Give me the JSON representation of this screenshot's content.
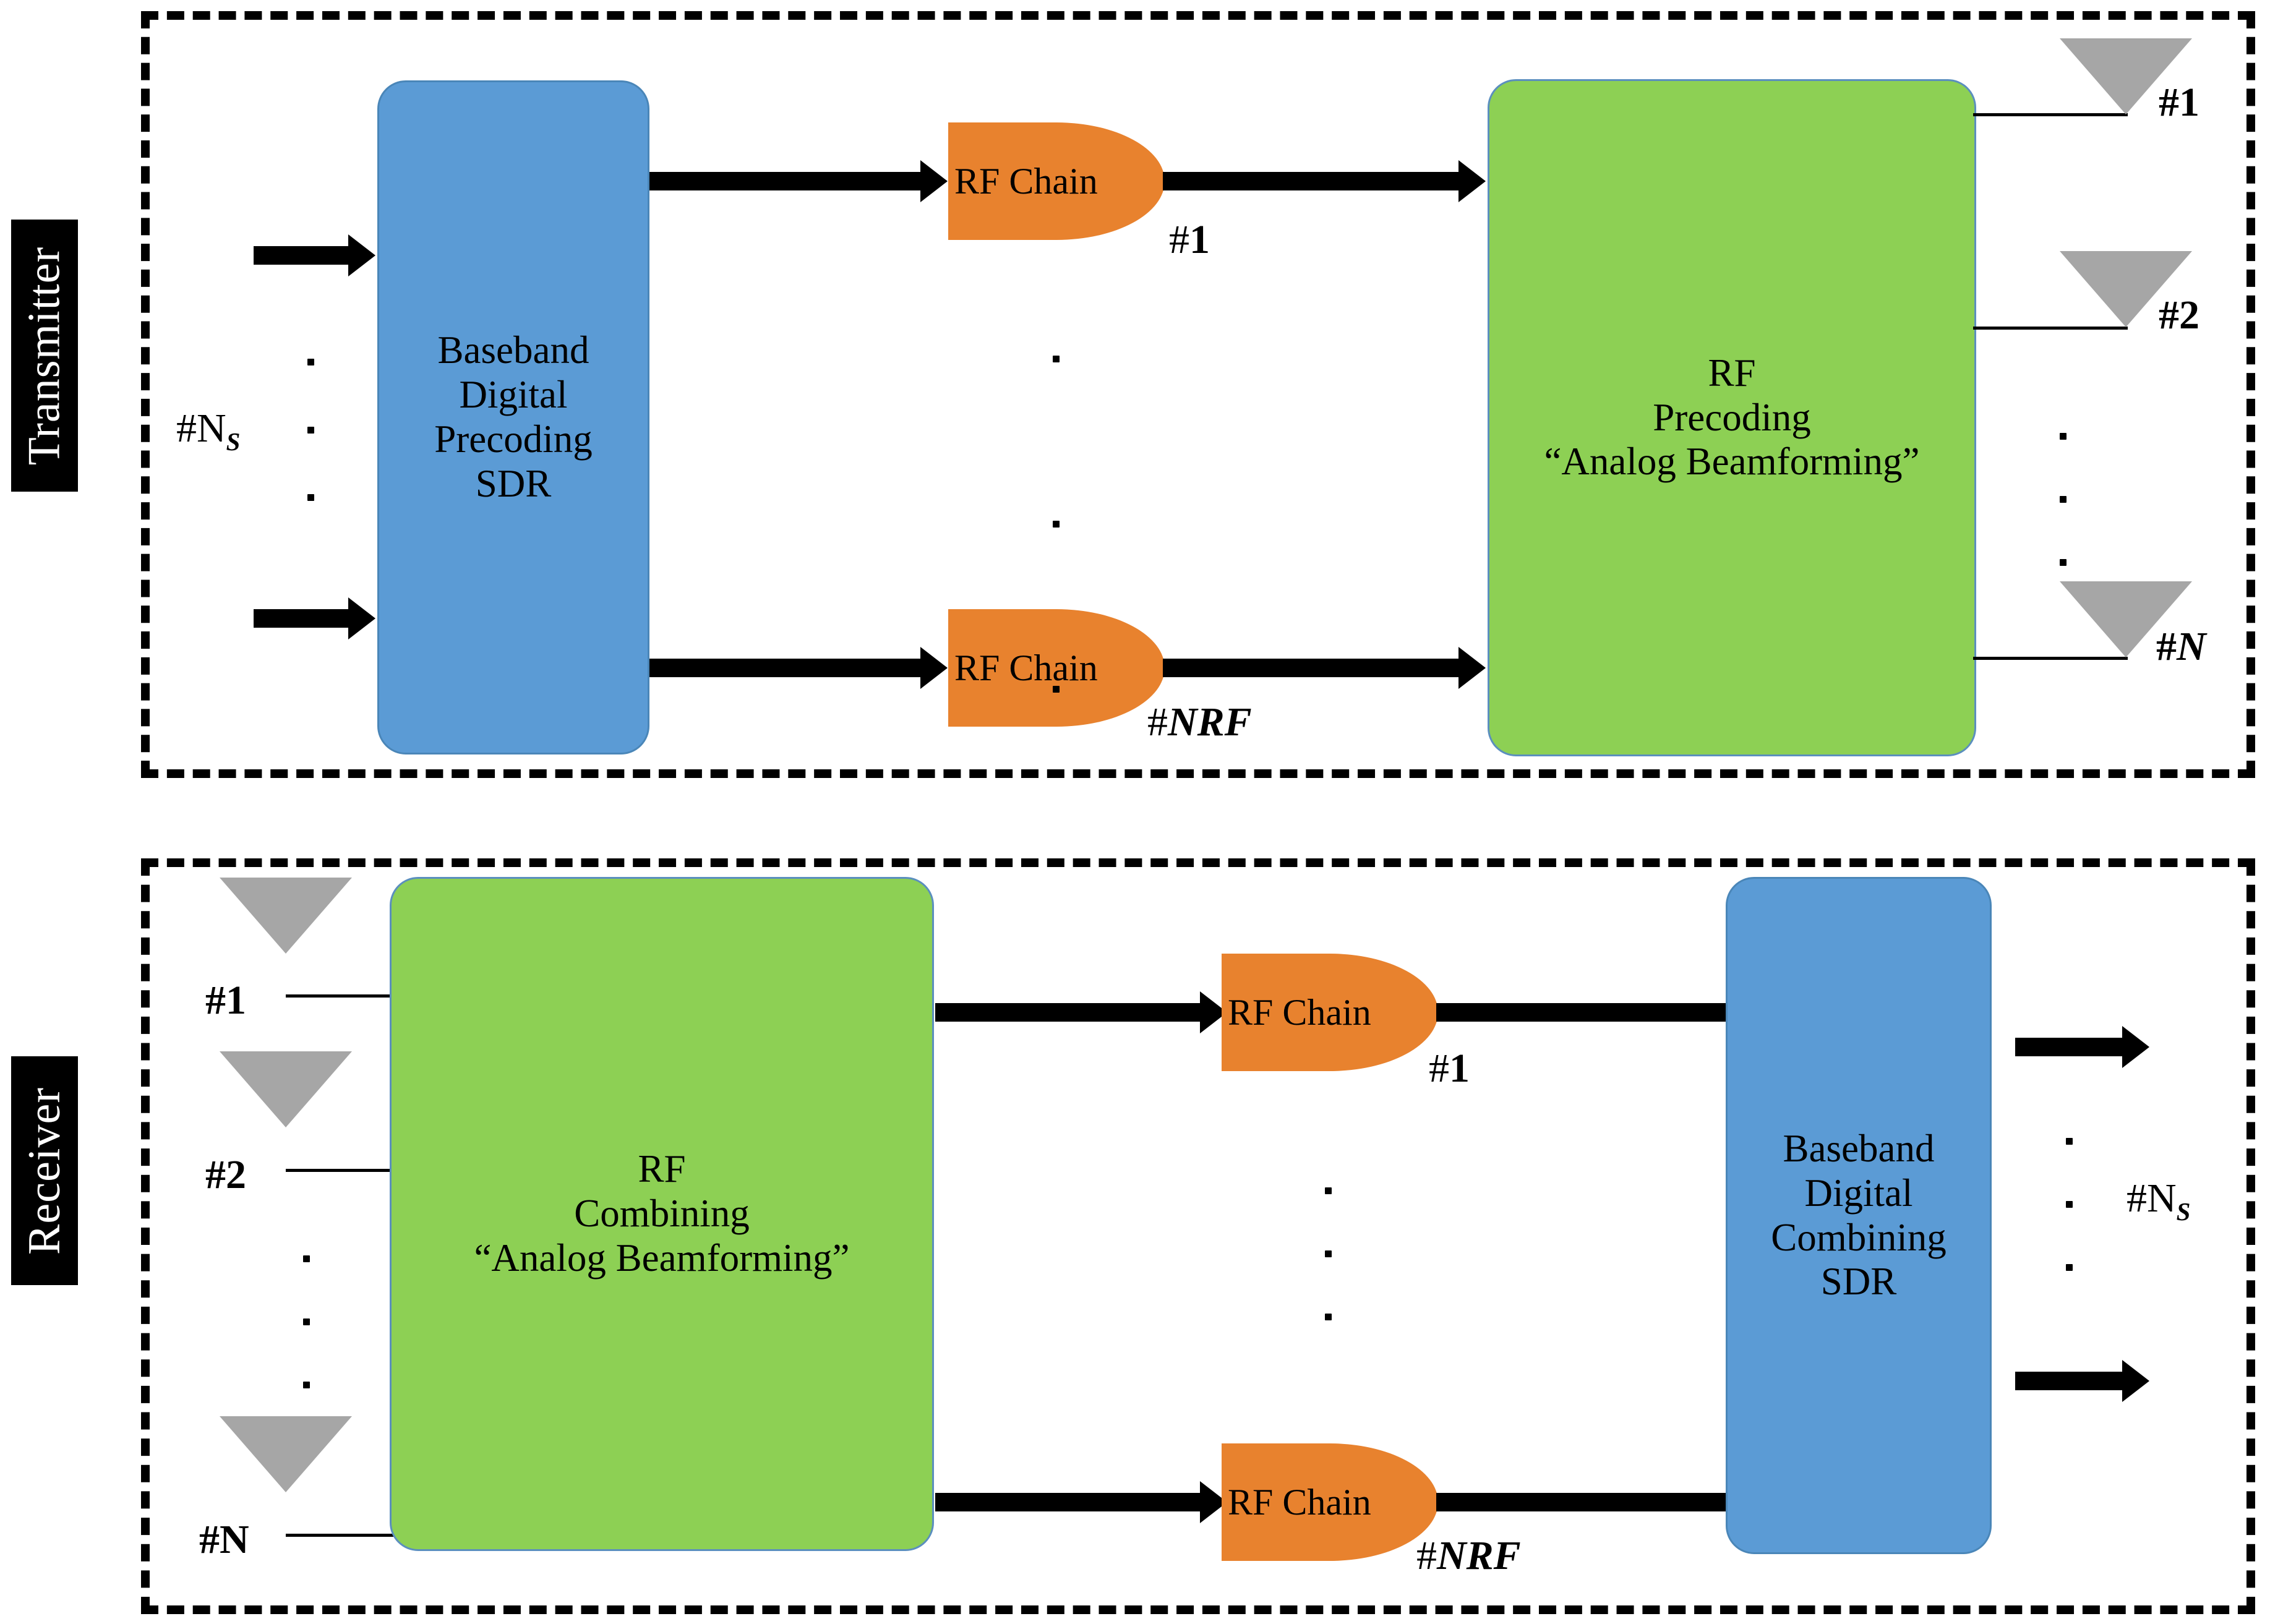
{
  "figure": {
    "title": "Hybrid beamforming transmitter and receiver block diagram",
    "colors": {
      "blue_block": "#5B9BD5",
      "green_block": "#8DD054",
      "orange_rfchain": "#E8822E",
      "antenna_gray": "#A6A6A6",
      "line_black": "#000000",
      "background": "#FFFFFF"
    }
  },
  "transmitter": {
    "side_label": "Transmitter",
    "input_label": "#N",
    "input_label_sub": "S",
    "baseband": {
      "line1": "Baseband",
      "line2": "Digital",
      "line3": "Precoding",
      "line4": "SDR"
    },
    "rf_chains": [
      {
        "label": "RF Chain",
        "index": "#1",
        "index_plain": "#",
        "index_bold": "1"
      },
      {
        "label": "RF Chain",
        "index": "#NRF",
        "index_plain": "#",
        "index_bold": "NRF"
      }
    ],
    "rf_block": {
      "line1": "RF",
      "line2": "Precoding",
      "line3": "“Analog Beamforming”"
    },
    "antennas": [
      {
        "label_hash": "#",
        "label_num": "1"
      },
      {
        "label_hash": "#",
        "label_num": "2"
      },
      {
        "label_hash": "#",
        "label_num": "N"
      }
    ]
  },
  "receiver": {
    "side_label": "Receiver",
    "output_label_hash": "#N",
    "output_label_sub": "S",
    "antennas": [
      {
        "label_hash": "#",
        "label_num": "1"
      },
      {
        "label_hash": "#",
        "label_num": "2"
      },
      {
        "label_hash": "#",
        "label_num": "N"
      }
    ],
    "rf_block": {
      "line1": "RF",
      "line2": "Combining",
      "line3": "“Analog Beamforming”"
    },
    "rf_chains": [
      {
        "label": "RF Chain",
        "index_plain": "#",
        "index_bold": "1"
      },
      {
        "label": "RF Chain",
        "index_plain": "#",
        "index_bold": "NRF"
      }
    ],
    "baseband": {
      "line1": "Baseband",
      "line2": "Digital",
      "line3": "Combining",
      "line4": "SDR"
    }
  }
}
